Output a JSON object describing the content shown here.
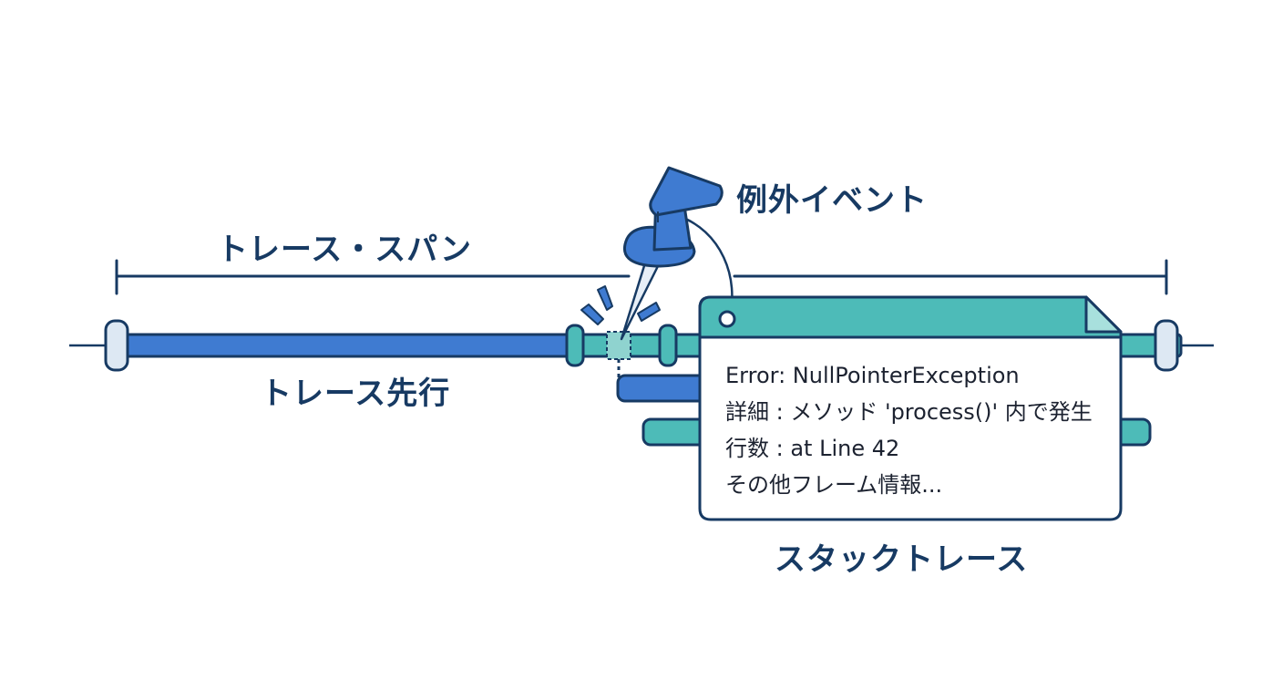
{
  "labels": {
    "trace_span": "トレース・スパン",
    "exception_event": "例外イベント",
    "trace_preceding": "トレース先行",
    "stack_trace": "スタックトレース"
  },
  "error_card": {
    "lines": [
      "Error: NullPointerException",
      "詳細 : メソッド 'process()' 内で発生",
      "行数 : at Line 42",
      "その他フレーム情報..."
    ]
  },
  "colors": {
    "dark_navy": "#173a63",
    "blue_bar": "#3f7bd1",
    "teal_bar": "#4dbbb8",
    "cap_fill": "#dde8f3"
  }
}
